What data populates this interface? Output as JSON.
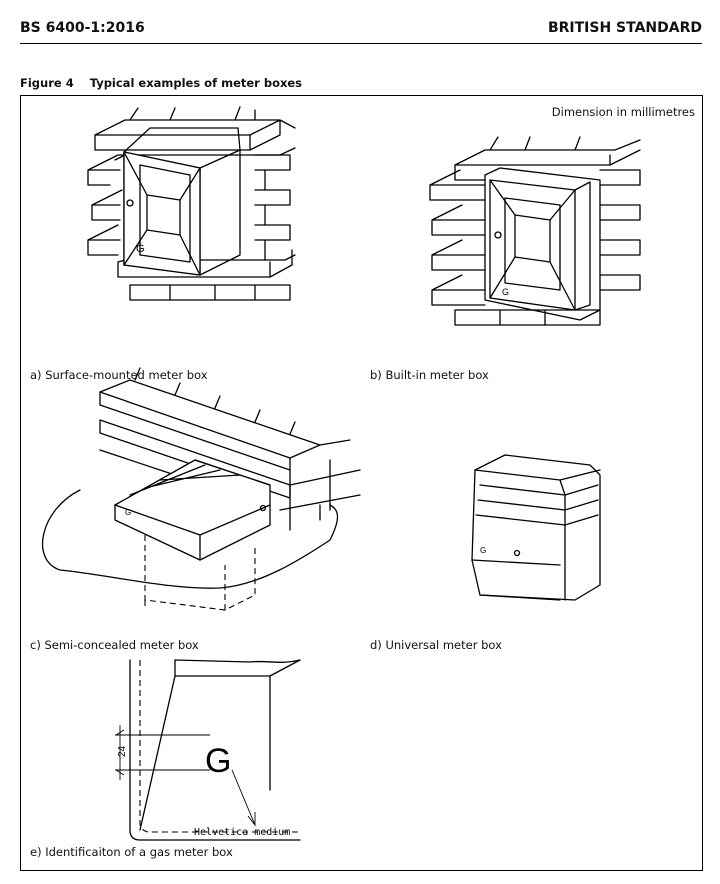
{
  "header": {
    "standard_number": "BS 6400-1:2016",
    "standard_type": "BRITISH STANDARD"
  },
  "figure": {
    "number": "Figure 4",
    "title": "Typical examples of meter boxes",
    "dimension_note": "Dimension in millimetres"
  },
  "panels": {
    "a": {
      "caption": "a) Surface-mounted meter box"
    },
    "b": {
      "caption": "b) Built-in meter box"
    },
    "c": {
      "caption": "c) Semi-concealed meter box"
    },
    "d": {
      "caption": "d) Universal meter box"
    },
    "e": {
      "caption": "e) Identificaiton of a gas meter box",
      "letter": "G",
      "dimension_value": "24",
      "font_label": "Helvetica medium"
    }
  },
  "box_marking": "G"
}
